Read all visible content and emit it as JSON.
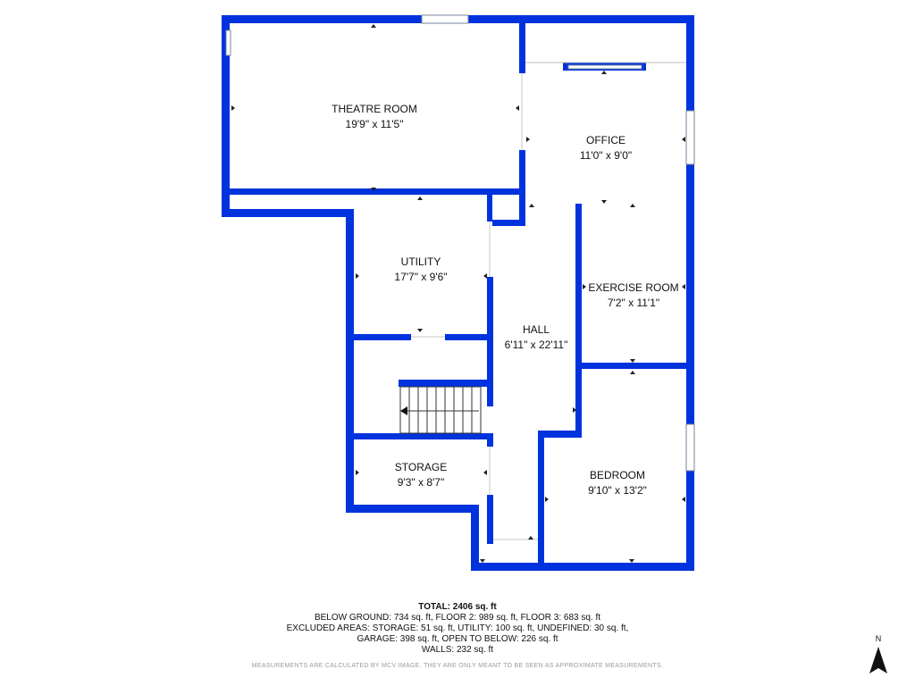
{
  "rooms": {
    "theatre": {
      "name": "THEATRE ROOM",
      "dims": "19'9\" x 11'5\""
    },
    "office": {
      "name": "OFFICE",
      "dims": "11'0\" x 9'0\""
    },
    "utility": {
      "name": "UTILITY",
      "dims": "17'7\" x 9'6\""
    },
    "exercise": {
      "name": "EXERCISE ROOM",
      "dims": "7'2\" x 11'1\""
    },
    "hall": {
      "name": "HALL",
      "dims": "6'11\" x 22'11\""
    },
    "storage": {
      "name": "STORAGE",
      "dims": "9'3\" x 8'7\""
    },
    "bedroom": {
      "name": "BEDROOM",
      "dims": "9'10\" x 13'2\""
    }
  },
  "summary": {
    "total": "TOTAL: 2406 sq. ft",
    "line1": "BELOW GROUND: 734 sq. ft, FLOOR 2: 989 sq. ft, FLOOR 3: 683 sq. ft",
    "line2": "EXCLUDED AREAS: STORAGE: 51 sq. ft, UTILITY: 100 sq. ft, UNDEFINED: 30 sq. ft,",
    "line3": "GARAGE: 398 sq. ft, OPEN TO BELOW: 226 sq. ft",
    "line4": "WALLS: 232 sq. ft"
  },
  "disclaimer": "MEASUREMENTS ARE CALCULATED BY MCV IMAGE. THEY ARE ONLY MEANT TO BE SEEN AS APPROXIMATE MEASUREMENTS.",
  "compass": {
    "label": "N",
    "icon": "north-arrow-icon"
  },
  "colors": {
    "wall": "#0033dd",
    "background": "#ffffff",
    "text": "#111111"
  }
}
